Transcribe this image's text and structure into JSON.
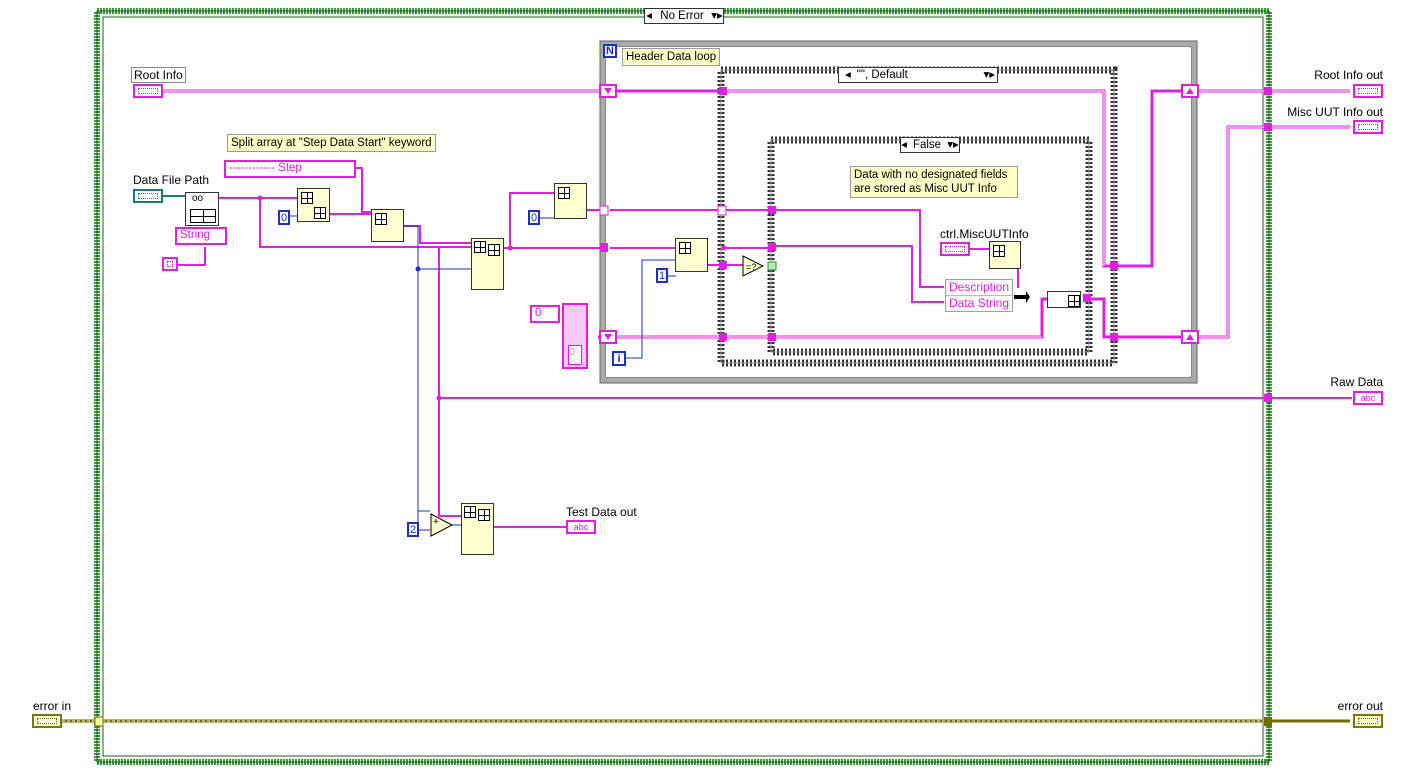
{
  "case_structure": {
    "selector": "No Error"
  },
  "inner_case_default": {
    "selector": "\"\", Default"
  },
  "inner_case_bool": {
    "selector": "False"
  },
  "loop": {
    "n_label": "N",
    "i_label": "i",
    "label": "Header Data loop"
  },
  "controls": {
    "root_info": "Root Info",
    "data_file_path": "Data File Path",
    "error_in": "error in",
    "misc_ctrl": "ctrl.MiscUUTInfo"
  },
  "indicators": {
    "root_info_out": "Root Info out",
    "misc_uut_info_out": "Misc UUT Info out",
    "raw_data": "Raw Data",
    "test_data_out": "Test Data out",
    "error_out": "error out"
  },
  "comments": {
    "split": "Split array at \"Step Data Start\" keyword",
    "misc": "Data with no designated fields are stored as Misc UUT Info"
  },
  "constants": {
    "step_string": "------------ Step",
    "string_type": "String",
    "zero1": "0",
    "zero2": "0",
    "one": "1",
    "two": "2",
    "array_zero": "0",
    "array_index": "0"
  },
  "bundle": {
    "field1": "Description",
    "field2": "Data String"
  },
  "icon_text": {
    "abc": "abc",
    "plus": "+"
  },
  "colors": {
    "string_wire": "#e020e0",
    "int_wire": "#1b31c4",
    "error_wire": "#6e6e00",
    "path_wire": "#1a7b74",
    "case_border": "#2f8f2f"
  }
}
